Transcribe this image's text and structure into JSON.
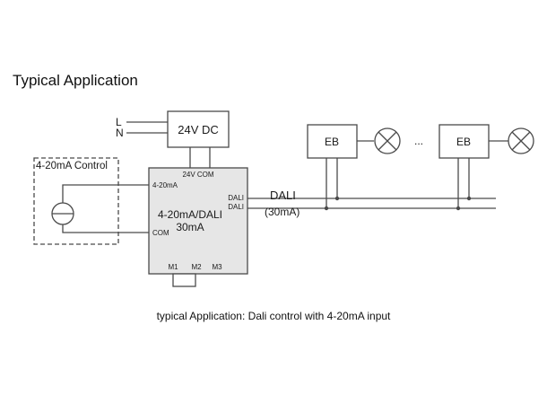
{
  "heading": "Typical Application",
  "caption": "typical Application: Dali control with 4-20mA input",
  "diagram": {
    "supply": {
      "line_l": "L",
      "line_n": "N",
      "label": "24V DC"
    },
    "control": {
      "label": "4-20mA Control"
    },
    "converter": {
      "top_terminals": "24V COM",
      "input_terminal": "4-20mA",
      "com_terminal": "COM",
      "dali_terminal_1": "DALI",
      "dali_terminal_2": "DALI",
      "title_line1": "4-20mA/DALI",
      "title_line2": "30mA",
      "m1": "M1",
      "m2": "M2",
      "m3": "M3"
    },
    "bus": {
      "label_line1": "DALI",
      "label_line2": "(30mA)"
    },
    "ballast_1": {
      "label": "EB"
    },
    "ballast_2": {
      "label": "EB"
    },
    "ellipsis": "..."
  },
  "colors": {
    "line": "#4a4a4a",
    "converter_fill": "#e6e6e6",
    "background": "#ffffff"
  }
}
